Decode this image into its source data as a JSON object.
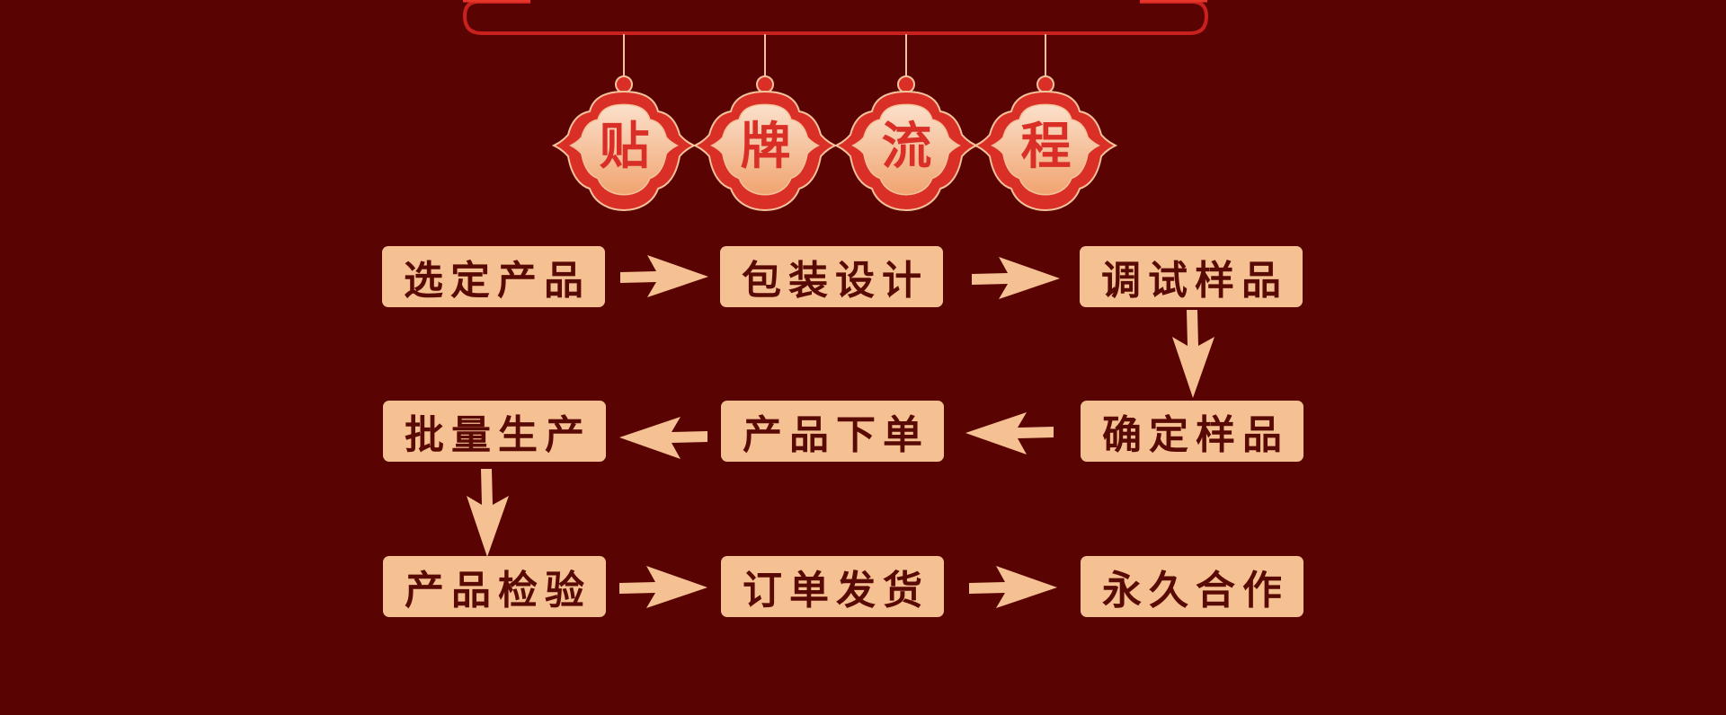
{
  "title": {
    "chars": [
      "贴",
      "牌",
      "流",
      "程"
    ]
  },
  "steps": [
    {
      "label": "选定产品"
    },
    {
      "label": "包装设计"
    },
    {
      "label": "调试样品"
    },
    {
      "label": "确定样品"
    },
    {
      "label": "产品下单"
    },
    {
      "label": "批量生产"
    },
    {
      "label": "产品检验"
    },
    {
      "label": "订单发货"
    },
    {
      "label": "永久合作"
    }
  ],
  "colors": {
    "background": "#5a0303",
    "box": "#f5c192",
    "box_text": "#5a0a05",
    "lantern_red": "#d92f27",
    "rail": "#c9221e"
  }
}
